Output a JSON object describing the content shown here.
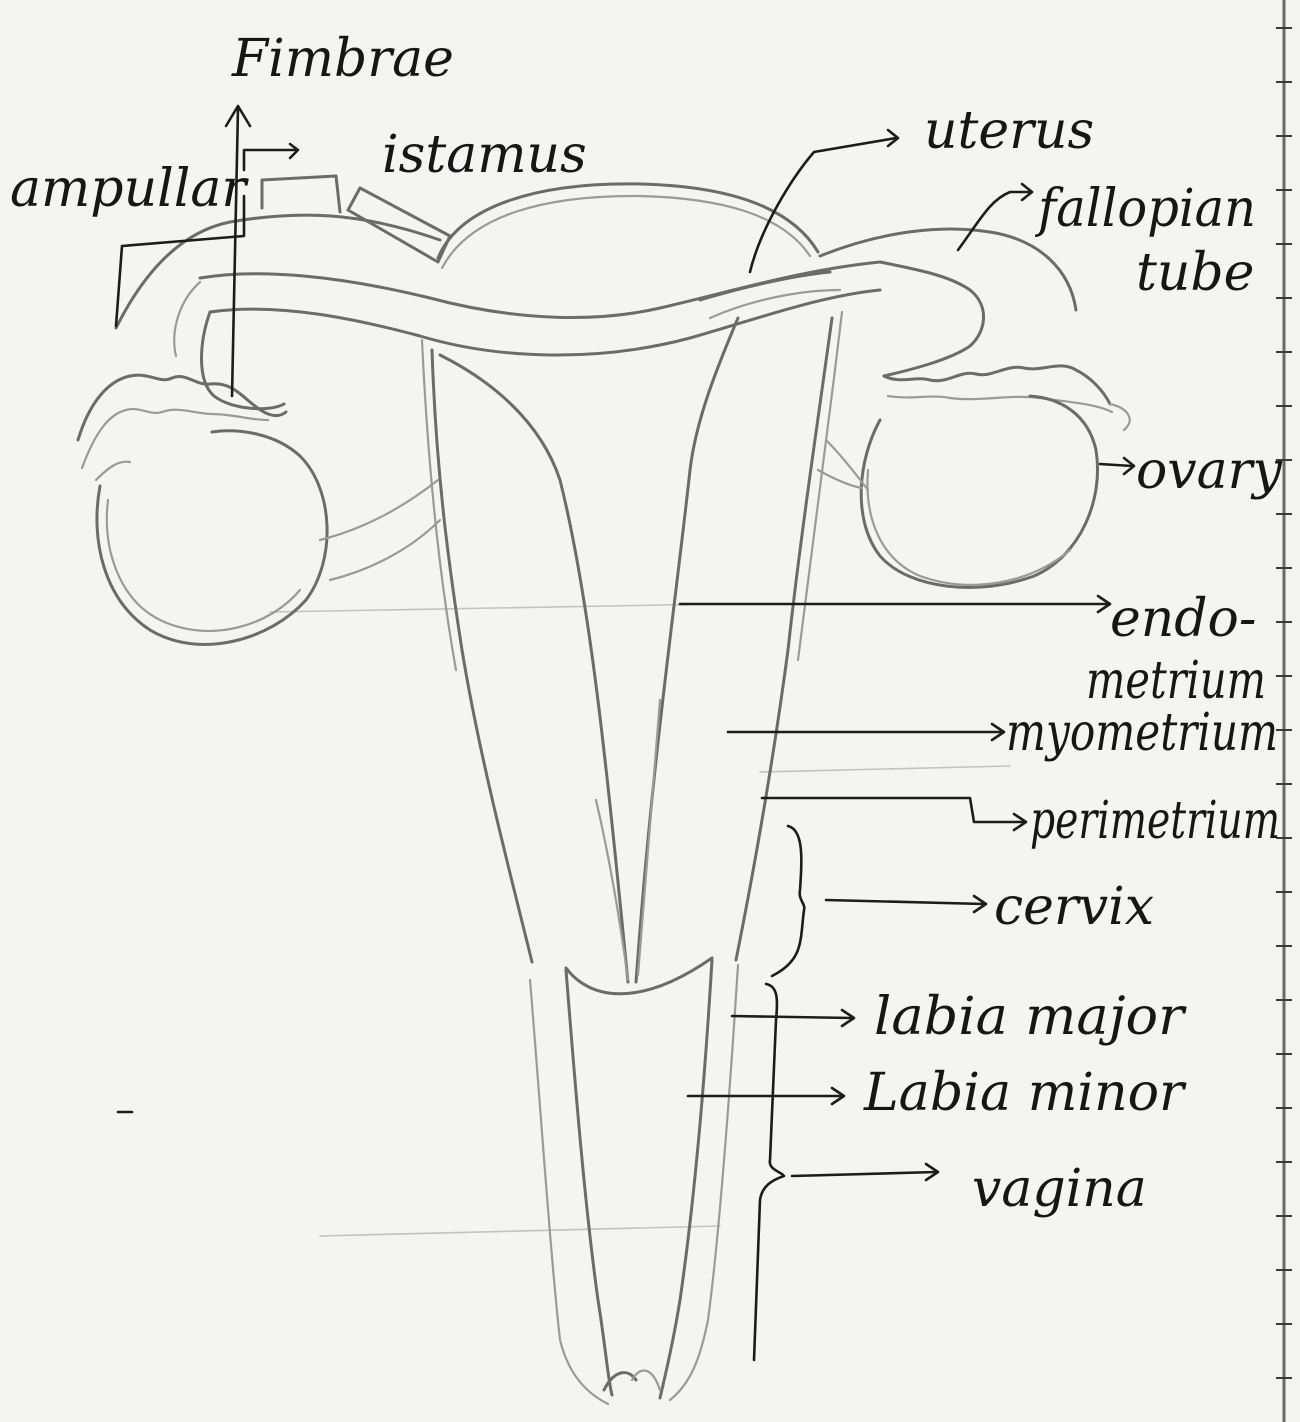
{
  "diagram": {
    "labels": {
      "fimbrae": "Fimbrae",
      "ampulla": "ampullar",
      "isthmus": "istamus",
      "uterus": "uterus",
      "fallopian_1": "fallopian",
      "fallopian_2": "tube",
      "ovary": "ovary",
      "endometrium_1": "endo-",
      "endometrium_2": "metrium",
      "myometrium": "myometrium",
      "perimetrium": "perimetrium",
      "cervix": "cervix",
      "labia_major": "labia major",
      "labia_minor": "Labia minor",
      "vagina": "vagina"
    }
  }
}
